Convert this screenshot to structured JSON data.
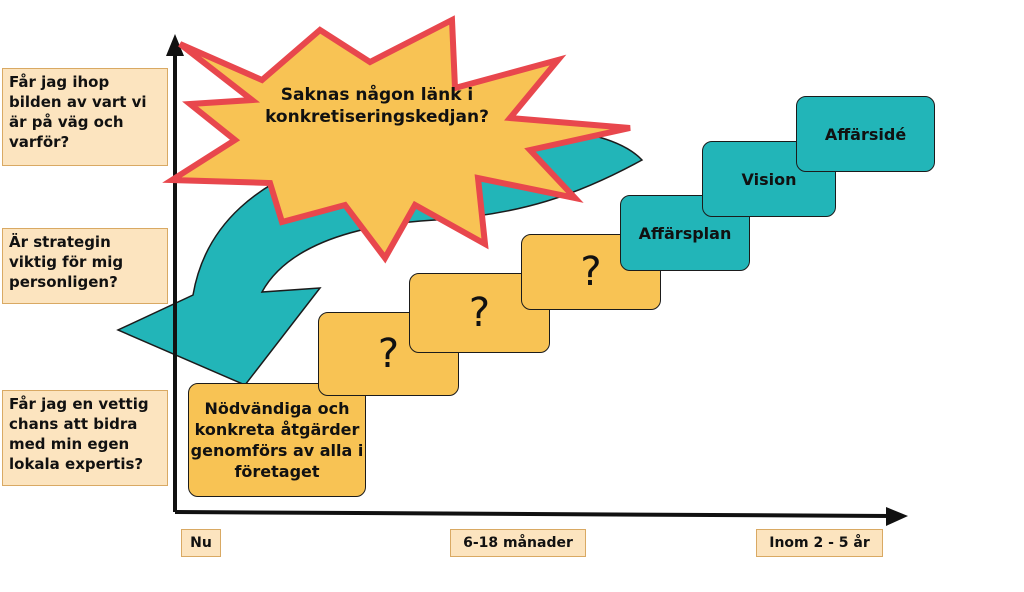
{
  "questions": [
    "Får jag ihop bilden av vart vi är på väg och varför?",
    "Är strategin viktig för mig personligen?",
    "Får jag en vettig chans att bidra med min egen lokala expertis?"
  ],
  "burst_text": "Saknas någon länk i konkretiseringskedjan?",
  "steps": {
    "actions": "Nödvändiga och konkreta åtgärder genomförs av alla i företaget",
    "unknown_1": "?",
    "unknown_2": "?",
    "unknown_3": "?",
    "business_plan": "Affärsplan",
    "vision": "Vision",
    "business_idea": "Affärsidé"
  },
  "timeline": {
    "now": "Nu",
    "mid": "6-18 månader",
    "late": "Inom 2 - 5 år"
  },
  "colors": {
    "orange_step": "#f8c354",
    "teal_step": "#22b5b8",
    "burst_fill": "#f8c354",
    "burst_outline": "#e8474d",
    "label_bg": "#fce4bf"
  }
}
